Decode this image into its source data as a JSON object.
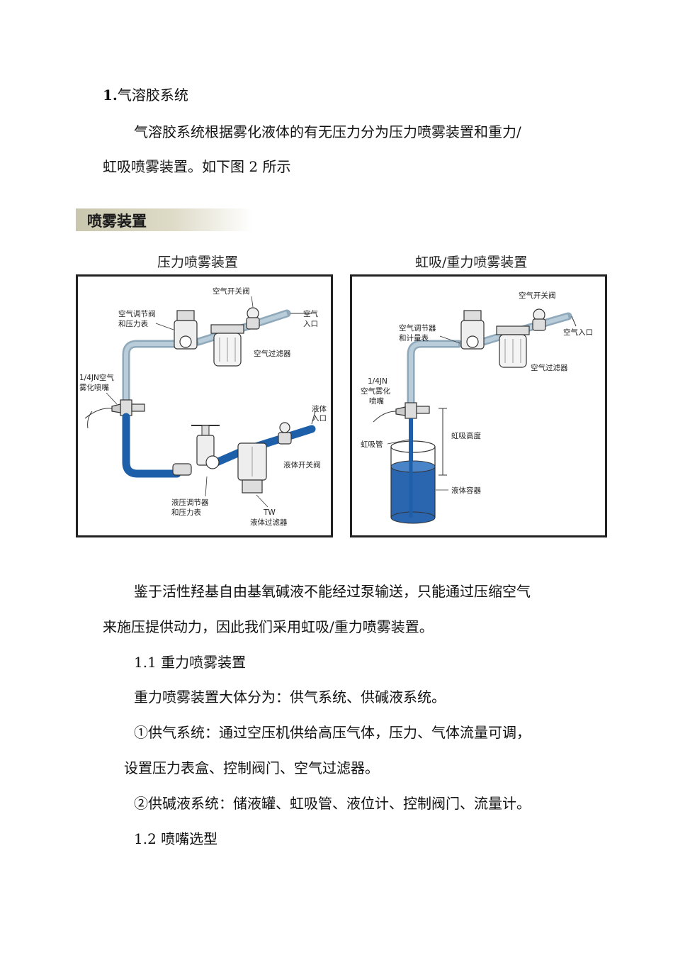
{
  "section": {
    "number": "1.",
    "title": "气溶胶系统"
  },
  "intro": {
    "line1": "气溶胶系统根据雾化液体的有无压力分为压力喷雾装置和重力/",
    "line2": "虹吸喷雾装置。如下图 2 所示"
  },
  "figure": {
    "banner": "喷雾装置",
    "left_panel": {
      "title": "压力喷雾装置",
      "labels": {
        "air_switch_valve": "空气开关阀",
        "air_regulator_l1": "空气调节阀",
        "air_regulator_l2": "和压力表",
        "air_inlet_l1": "空气",
        "air_inlet_l2": "入口",
        "air_filter": "空气过滤器",
        "nozzle_l1": "1/4JN空气",
        "nozzle_l2": "雾化喷嘴",
        "liquid_inlet_l1": "液体",
        "liquid_inlet_l2": "入口",
        "liquid_switch_valve": "液体开关阀",
        "liquid_regulator_l1": "液压调节器",
        "liquid_regulator_l2": "和压力表",
        "tw_filter_l1": "TW",
        "tw_filter_l2": "液体过滤器"
      }
    },
    "right_panel": {
      "title": "虹吸/重力喷雾装置",
      "labels": {
        "air_switch_valve": "空气开关阀",
        "air_regulator_l1": "空气调节器",
        "air_regulator_l2": "和计量表",
        "air_inlet": "空气入口",
        "air_filter": "空气过滤器",
        "nozzle_l1": "1/4JN",
        "nozzle_l2": "空气雾化",
        "nozzle_l3": "喷嘴",
        "siphon_tube": "虹吸管",
        "siphon_height": "虹吸高度",
        "liquid_container": "液体容器"
      }
    }
  },
  "body": {
    "p1_line1": "鉴于活性羟基自由基氧碱液不能经过泵输送，只能通过压缩空气",
    "p1_line2": "来施压提供动力，因此我们采用虹吸/重力喷雾装置。",
    "sub1": "1.1 重力喷雾装置",
    "p2": "重力喷雾装置大体分为：供气系统、供碱液系统。",
    "p3_line1": "①供气系统：通过空压机供给高压气体，压力、气体流量可调，",
    "p3_line2": "设置压力表盒、控制阀门、空气过滤器。",
    "p4": "②供碱液系统：储液罐、虹吸管、液位计、控制阀门、流量计。",
    "sub2": "1.2 喷嘴选型"
  },
  "colors": {
    "air_pipe": "#a9c0cf",
    "liquid_pipe": "#1d5fa8",
    "liquid_fill": "#2a66b0"
  }
}
